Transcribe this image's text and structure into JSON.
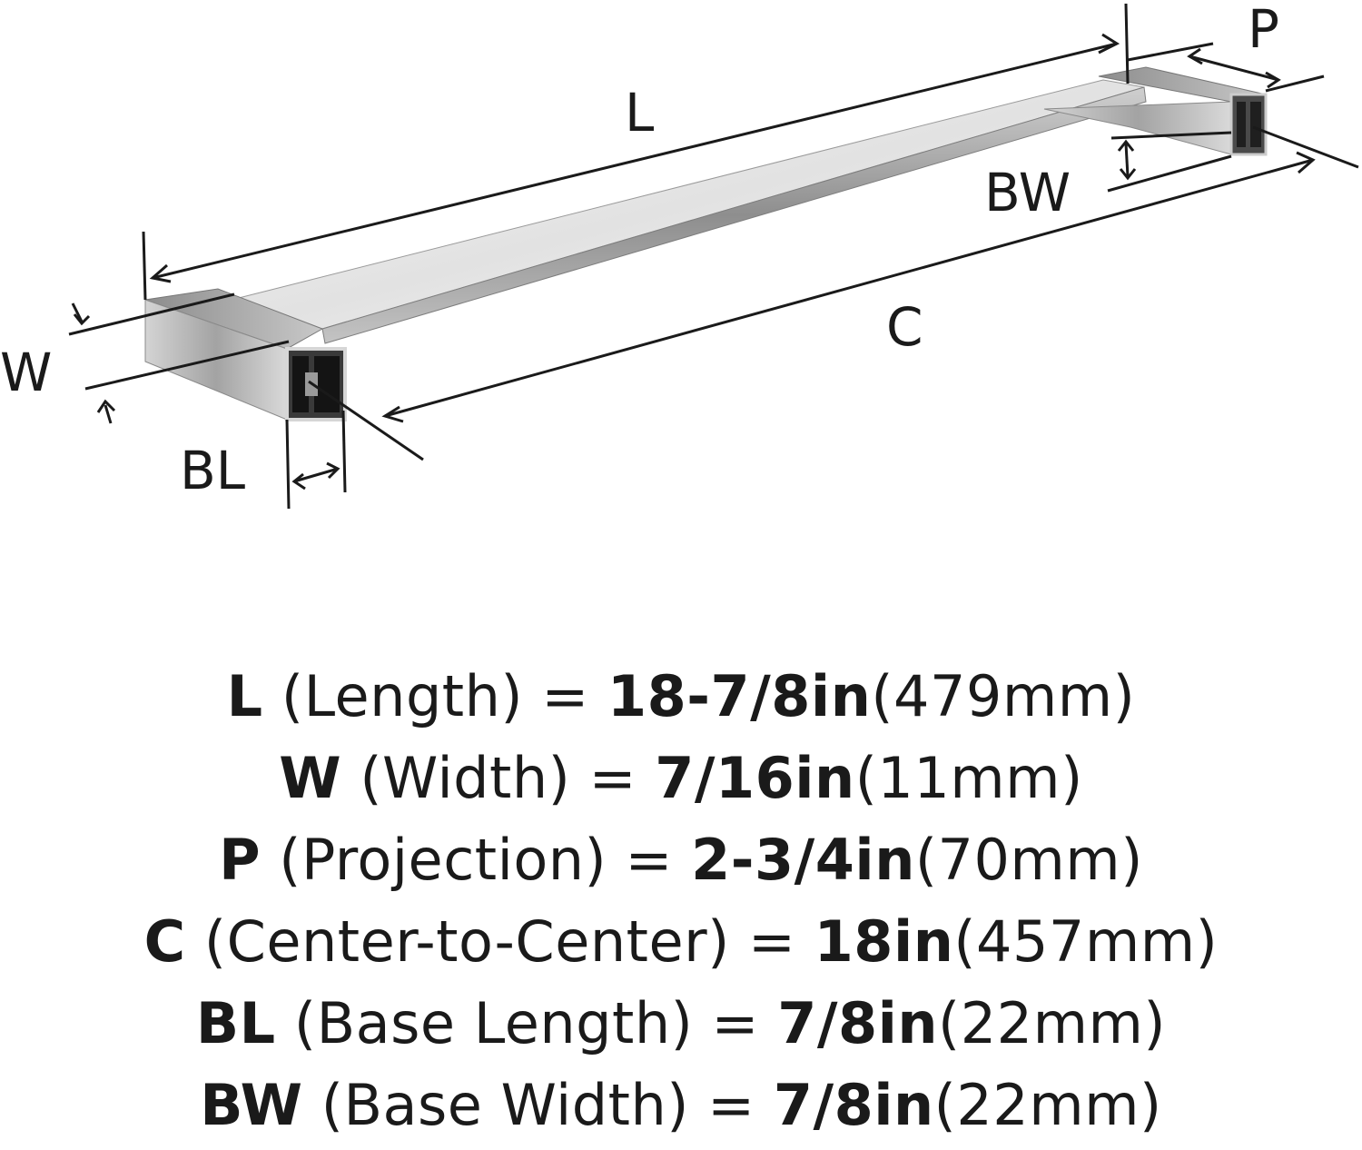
{
  "diagram": {
    "labels": {
      "L": "L",
      "P": "P",
      "W": "W",
      "BW": "BW",
      "C": "C",
      "BL": "BL"
    }
  },
  "specs": [
    {
      "code": "L",
      "name": "(Length)",
      "equals": "=",
      "imperial": "18-7/8in",
      "metric": "(479mm)"
    },
    {
      "code": "W",
      "name": "(Width)",
      "equals": "=",
      "imperial": "7/16in",
      "metric": "(11mm)"
    },
    {
      "code": "P",
      "name": "(Projection)",
      "equals": "=",
      "imperial": "2-3/4in",
      "metric": "(70mm)"
    },
    {
      "code": "C",
      "name": "(Center-to-Center)",
      "equals": "=",
      "imperial": "18in",
      "metric": "(457mm)"
    },
    {
      "code": "BL",
      "name": "(Base Length)",
      "equals": "=",
      "imperial": "7/8in",
      "metric": "(22mm)"
    },
    {
      "code": "BW",
      "name": "(Base Width)",
      "equals": "=",
      "imperial": "7/8in",
      "metric": "(22mm)"
    }
  ]
}
